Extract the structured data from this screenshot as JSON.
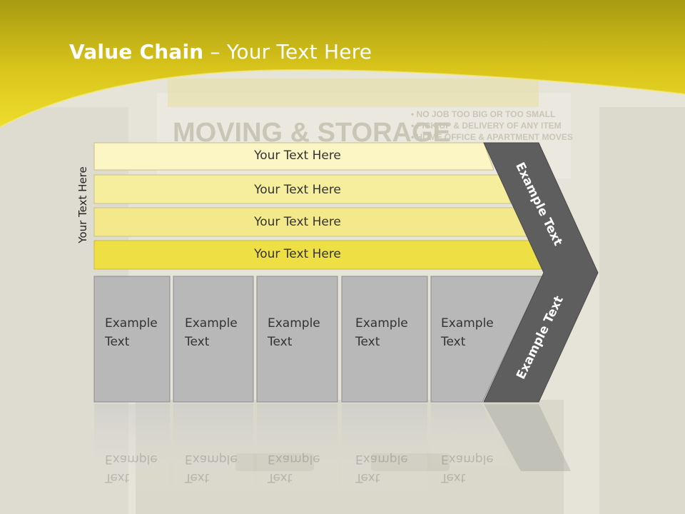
{
  "slide": {
    "title_bold": "Value Chain",
    "title_rest": " – Your Text Here",
    "side_label": "Your Text Here",
    "rows": [
      {
        "label": "Your Text Here"
      },
      {
        "label": "Your Text Here"
      },
      {
        "label": "Your Text Here"
      },
      {
        "label": "Your Text Here"
      }
    ],
    "cells": [
      {
        "line1": "Example",
        "line2": "Text"
      },
      {
        "line1": "Example",
        "line2": "Text"
      },
      {
        "line1": "Example",
        "line2": "Text"
      },
      {
        "line1": "Example",
        "line2": "Text"
      },
      {
        "line1": "Example",
        "line2": "Text"
      }
    ],
    "chevron_upper": "Example Text",
    "chevron_lower": "Example Text",
    "background_text": {
      "sign_main": "MOVING & STORAGE",
      "sign_line1": "• NO JOB TOO BIG OR TOO SMALL",
      "sign_line2": "• PICK UP & DELIVERY OF ANY ITEM",
      "sign_line3": "• HOME OFFICE & APARTMENT MOVES"
    },
    "colors": {
      "header_yellow": "#e8d21a",
      "row_light": "#fbf6c4",
      "row_mid": "#f6ee9c",
      "row_dark": "#eedf45",
      "cell_gray": "#b8b8b8",
      "chevron_gray": "#5e5e5e"
    }
  }
}
